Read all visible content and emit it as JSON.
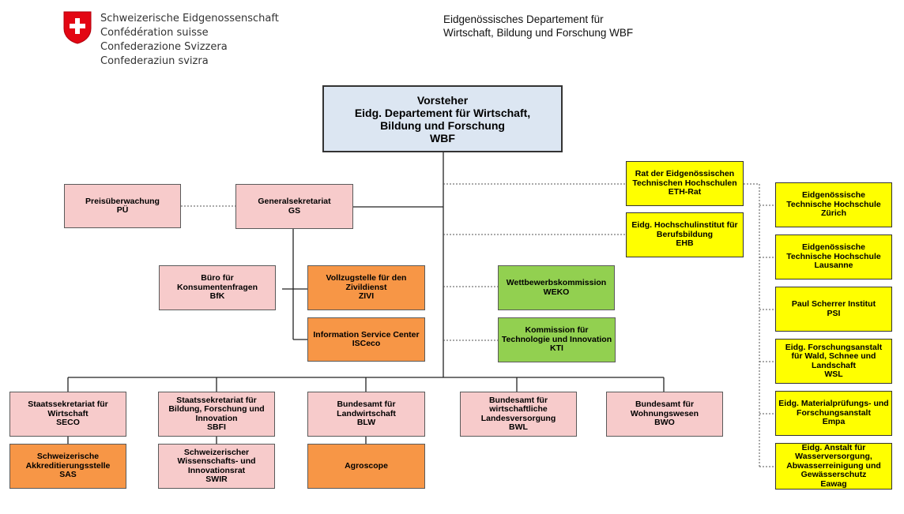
{
  "header": {
    "federation": [
      "Schweizerische Eidgenossenschaft",
      "Confédération suisse",
      "Confederazione Svizzera",
      "Confederaziun svizra"
    ],
    "department": [
      "Eidgenössisches Departement für",
      "Wirtschaft, Bildung und Forschung WBF"
    ]
  },
  "colors": {
    "head": "#dce6f2",
    "admin": "#f7cbcb",
    "unit": "#f79646",
    "commission": "#92d050",
    "eth": "#ffff00",
    "crest": "#e30613"
  },
  "boxes": {
    "wbf": [
      "Vorsteher",
      "Eidg. Departement für Wirtschaft,",
      "Bildung und Forschung",
      "WBF"
    ],
    "pue": [
      "Preisüberwachung",
      "PÜ"
    ],
    "gs": [
      "Generalsekretariat",
      "GS"
    ],
    "bfk": [
      "Büro für",
      "Konsumentenfragen",
      "BfK"
    ],
    "zivi": [
      "Vollzugstelle für den",
      "Zivildienst",
      "ZIVI"
    ],
    "isceco": [
      "Information Service Center",
      "ISCeco"
    ],
    "weko": [
      "Wettbewerbskommission",
      "WEKO"
    ],
    "kti": [
      "Kommission für",
      "Technologie und Innovation",
      "KTI"
    ],
    "ethrat": [
      "Rat der Eidgenössischen",
      "Technischen Hochschulen",
      "ETH-Rat"
    ],
    "ehb": [
      "Eidg. Hochschulinstitut für",
      "Berufsbildung",
      "EHB"
    ],
    "ethz": [
      "Eidgenössische",
      "Technische Hochschule",
      "Zürich"
    ],
    "epfl": [
      "Eidgenössische",
      "Technische Hochschule",
      "Lausanne"
    ],
    "psi": [
      "Paul Scherrer Institut",
      "PSI"
    ],
    "wsl": [
      "Eidg. Forschungsanstalt",
      "für Wald, Schnee und",
      "Landschaft",
      "WSL"
    ],
    "empa": [
      "Eidg. Materialprüfungs- und",
      "Forschungsanstalt",
      "Empa"
    ],
    "eawag": [
      "Eidg. Anstalt für",
      "Wasserversorgung,",
      "Abwasserreinigung und",
      "Gewässerschutz",
      "Eawag"
    ],
    "seco": [
      "Staatssekretariat für",
      "Wirtschaft",
      "SECO"
    ],
    "sbfi": [
      "Staatssekretariat für",
      "Bildung, Forschung und",
      "Innovation",
      "SBFI"
    ],
    "blw": [
      "Bundesamt für",
      "Landwirtschaft",
      "BLW"
    ],
    "bwl": [
      "Bundesamt für",
      "wirtschaftliche",
      "Landesversorgung",
      "BWL"
    ],
    "bwo": [
      "Bundesamt für",
      "Wohnungswesen",
      "BWO"
    ],
    "sas": [
      "Schweizerische",
      "Akkreditierungsstelle",
      "SAS"
    ],
    "swir": [
      "Schweizerischer",
      "Wissenschafts- und",
      "Innovationsrat",
      "SWIR"
    ],
    "agroscope": [
      "Agroscope"
    ]
  }
}
